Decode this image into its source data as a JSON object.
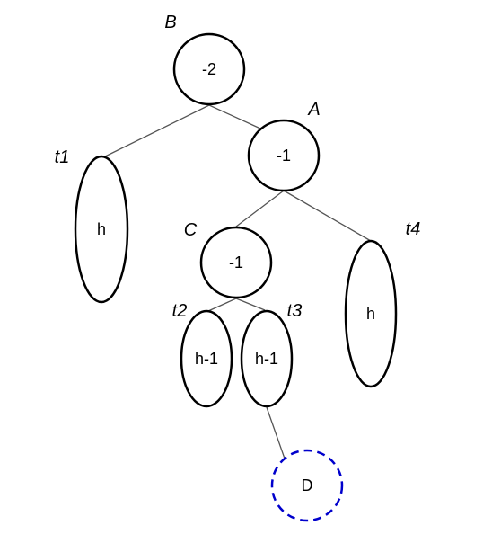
{
  "nodes": {
    "b": {
      "label": "B",
      "value": "-2"
    },
    "a": {
      "label": "A",
      "value": "-1"
    },
    "c": {
      "label": "C",
      "value": "-1"
    },
    "t1": {
      "label": "t1",
      "value": "h"
    },
    "t2": {
      "label": "t2",
      "value": "h-1"
    },
    "t3": {
      "label": "t3",
      "value": "h-1"
    },
    "t4": {
      "label": "t4",
      "value": "h"
    },
    "d": {
      "value": "D"
    }
  },
  "colors": {
    "outline": "#000000",
    "edge": "#555555",
    "inserted_node": "#0000cc"
  }
}
